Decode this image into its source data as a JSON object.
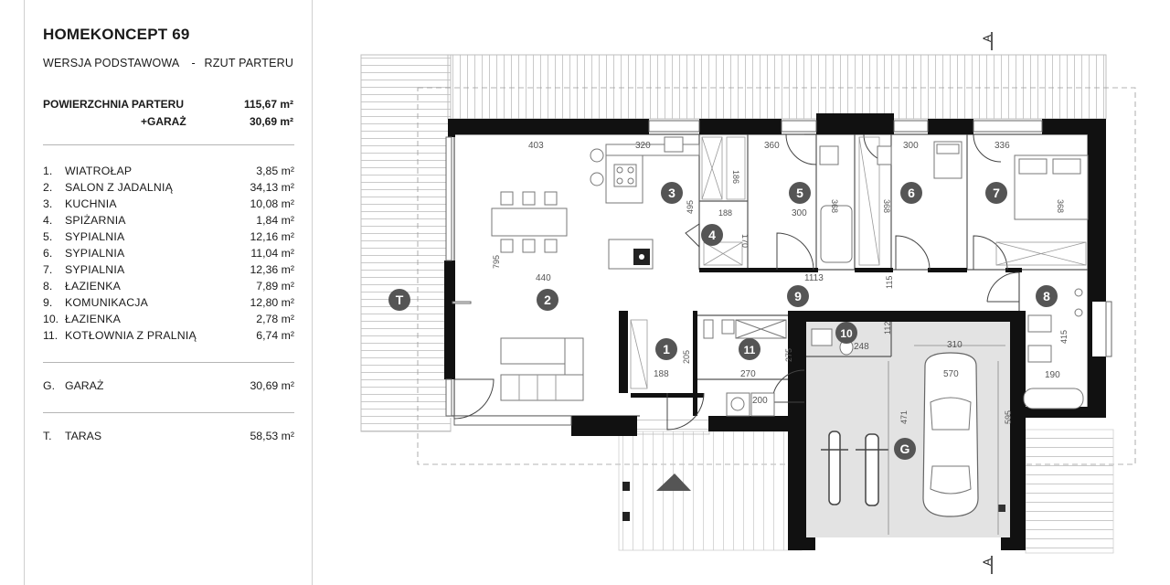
{
  "project": {
    "title": "HOMEKONCEPT 69",
    "version": "WERSJA PODSTAWOWA",
    "view": "RZUT PARTERU"
  },
  "areas": {
    "floor_label": "POWIERZCHNIA PARTERU",
    "floor_value": "115,67 m²",
    "garage_label": "+GARAŻ",
    "garage_value": "30,69 m²"
  },
  "rooms": [
    {
      "no": "1.",
      "name": "WIATROŁAP",
      "area": "3,85 m²"
    },
    {
      "no": "2.",
      "name": "SALON Z JADALNIĄ",
      "area": "34,13 m²"
    },
    {
      "no": "3.",
      "name": "KUCHNIA",
      "area": "10,08 m²"
    },
    {
      "no": "4.",
      "name": "SPIŻARNIA",
      "area": "1,84 m²"
    },
    {
      "no": "5.",
      "name": "SYPIALNIA",
      "area": "12,16 m²"
    },
    {
      "no": "6.",
      "name": "SYPIALNIA",
      "area": "11,04 m²"
    },
    {
      "no": "7.",
      "name": "SYPIALNIA",
      "area": "12,36 m²"
    },
    {
      "no": "8.",
      "name": "ŁAZIENKA",
      "area": "7,89 m²"
    },
    {
      "no": "9.",
      "name": "KOMUNIKACJA",
      "area": "12,80 m²"
    },
    {
      "no": "10.",
      "name": "ŁAZIENKA",
      "area": "2,78 m²"
    },
    {
      "no": "11.",
      "name": "KOTŁOWNIA Z PRALNIĄ",
      "area": "6,74 m²"
    }
  ],
  "garage": {
    "no": "G.",
    "name": "GARAŻ",
    "area": "30,69 m²"
  },
  "terrace": {
    "no": "T.",
    "name": "TARAS",
    "area": "58,53 m²"
  },
  "plan": {
    "room_badges": [
      "1",
      "2",
      "3",
      "4",
      "5",
      "6",
      "7",
      "8",
      "9",
      "10",
      "11",
      "G",
      "T"
    ],
    "section_marker": "A",
    "dimensions": {
      "d403": "403",
      "d320": "320",
      "d360": "360",
      "d300a": "300",
      "d336": "336",
      "d186": "186",
      "d188a": "188",
      "d170": "170",
      "d495": "495",
      "d368a": "368",
      "d368b": "368",
      "d368c": "368",
      "d300b": "300",
      "d795": "795",
      "d440": "440",
      "d1113": "1113",
      "d115": "115",
      "d188b": "188",
      "d205": "205",
      "d270": "270",
      "d275": "275",
      "d200": "200",
      "d248": "248",
      "d112": "112",
      "d310": "310",
      "d570": "570",
      "d471": "471",
      "d595": "595",
      "d415": "415",
      "d190": "190"
    }
  }
}
